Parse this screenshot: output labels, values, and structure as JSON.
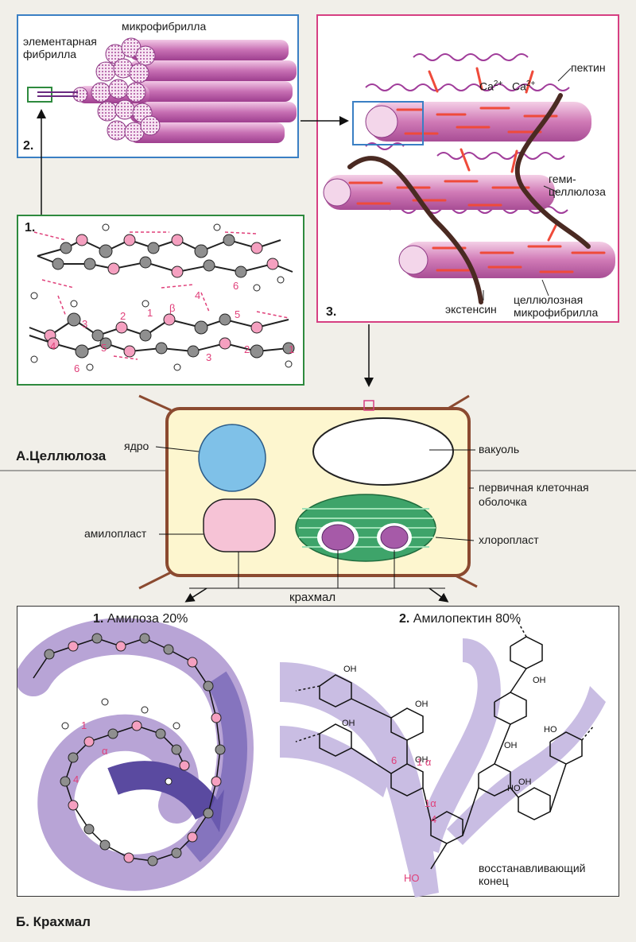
{
  "panel1": {
    "number": "1."
  },
  "panel2": {
    "number": "2.",
    "microfibril": "микрофибрилла",
    "elementary": "элементарная\nфибрилла"
  },
  "panel3": {
    "number": "3.",
    "ca1": "Ca",
    "ca2": "Ca",
    "ca_sup": "2+",
    "pectin": "пектин",
    "hemi_1": "геми-",
    "hemi_2": "целлюлоза",
    "extensin": "экстенсин",
    "cellulose_mf_1": "целлюлозная",
    "cellulose_mf_2": "микрофибрилла"
  },
  "section_a": "А.Целлюлоза",
  "section_b": "Б. Крахмал",
  "cell": {
    "nucleus": "ядро",
    "vacuole": "вакуоль",
    "wall_1": "первичная клеточная",
    "wall_2": "оболочка",
    "amyloplast": "амилопласт",
    "chloroplast": "хлоропласт",
    "starch": "крахмал"
  },
  "amylose": {
    "number": "1.",
    "title": "Амилоза 20%",
    "n1": "1",
    "n4": "4",
    "alpha": "α"
  },
  "amylopectin": {
    "number": "2.",
    "title": "Амилопектин 80%",
    "n6": "6",
    "n1a_1": "1 α",
    "n1a_2": "1α",
    "n4": "4",
    "oh": "OH",
    "ho": "HO",
    "reducing_1": "восстанавливающий",
    "reducing_2": "конец"
  },
  "residue_numbers": {
    "n1": "1",
    "n2": "2",
    "n3": "3",
    "n4": "4",
    "n5": "5",
    "n6": "6",
    "beta": "β"
  },
  "colors": {
    "blue_frame": "#3a7fc4",
    "pink_frame": "#d63f82",
    "green_frame": "#2e8a3e",
    "cell_wall": "#8b4a30",
    "atom_pink": "#f5a0c0",
    "atom_gray": "#8f8f8f",
    "violet": "#b8a4d6"
  }
}
